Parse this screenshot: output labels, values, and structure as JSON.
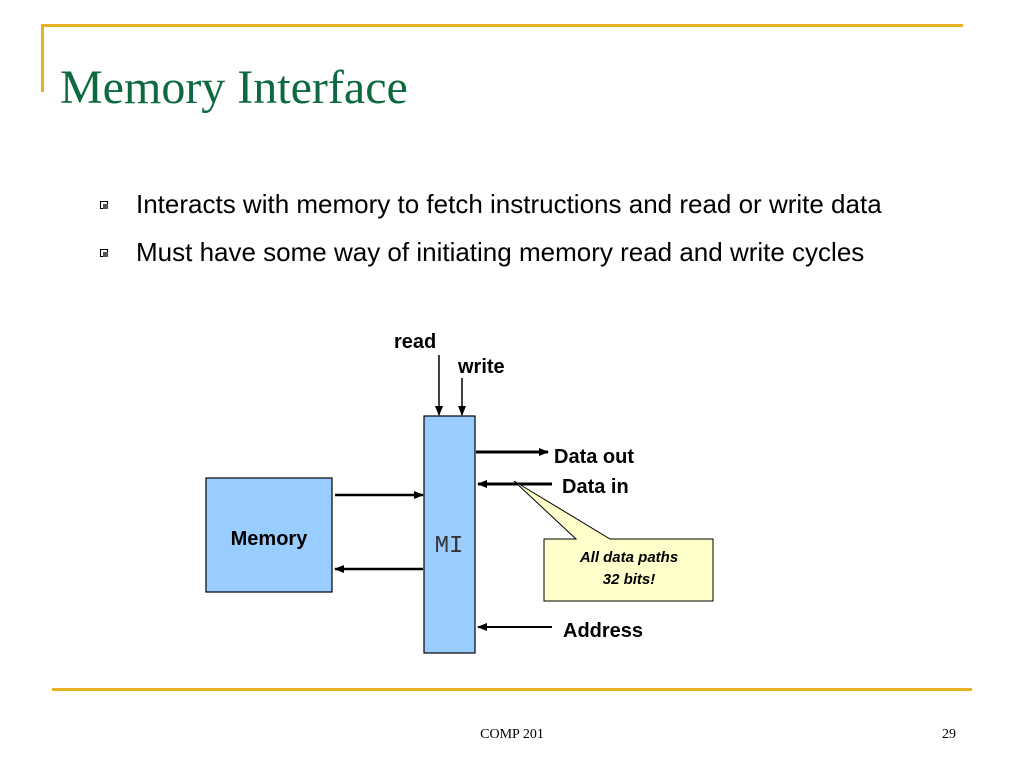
{
  "slide": {
    "title": "Memory Interface",
    "bullets": [
      "Interacts with memory to fetch instructions and read or write data",
      "Must have some way of initiating memory read and write cycles"
    ]
  },
  "diagram": {
    "memory_label": "Memory",
    "mi_label": "MI",
    "read_label": "read",
    "write_label": "write",
    "data_out_label": "Data out",
    "data_in_label": "Data in",
    "address_label": "Address",
    "callout_line1": "All data paths",
    "callout_line2": "32 bits!"
  },
  "footer": {
    "course": "COMP 201",
    "page_number": "29"
  },
  "colors": {
    "title": "#0D6A3F",
    "frame_rule": "#E6B322",
    "block_fill": "#99CCFF",
    "callout_fill": "#FFFFCC"
  }
}
